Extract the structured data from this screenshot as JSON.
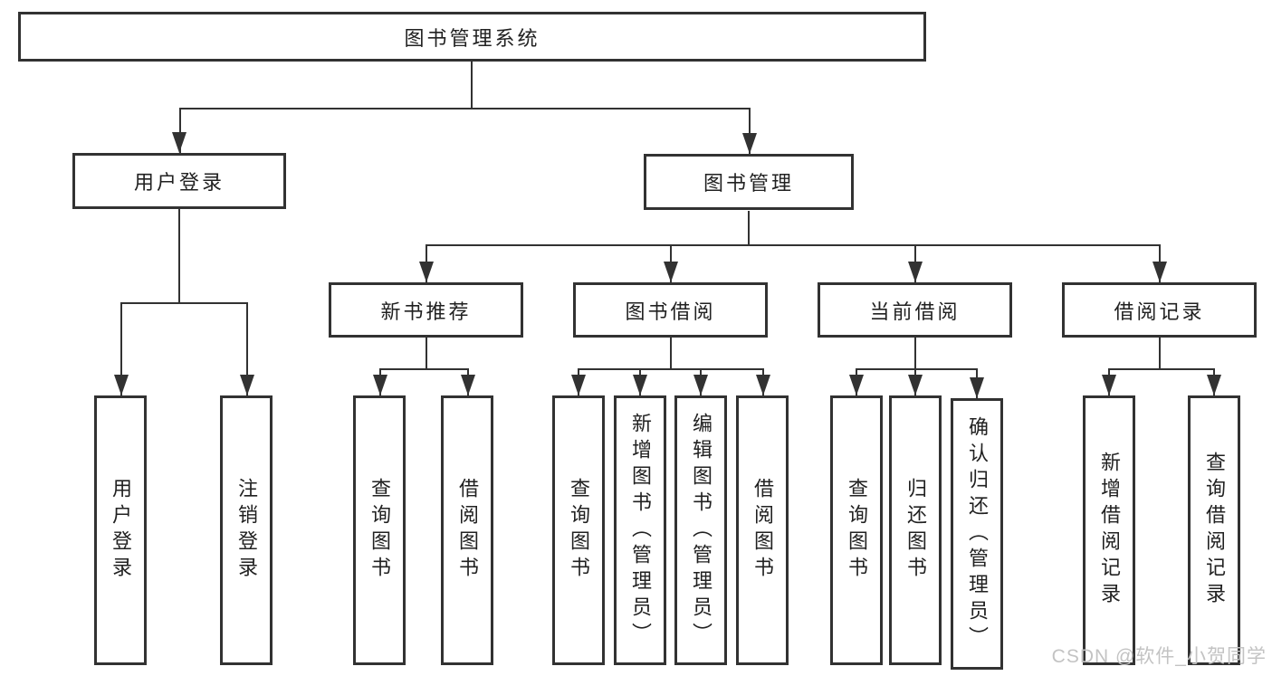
{
  "diagram": {
    "root": {
      "label": "图书管理系统"
    },
    "level2": [
      {
        "label": "用户登录"
      },
      {
        "label": "图书管理"
      }
    ],
    "level3": [
      {
        "label": "新书推荐"
      },
      {
        "label": "图书借阅"
      },
      {
        "label": "当前借阅"
      },
      {
        "label": "借阅记录"
      }
    ],
    "leaves": {
      "user_login": [
        "用户登录",
        "注销登录"
      ],
      "new_books": [
        "查询图书",
        "借阅图书"
      ],
      "book_borrowing": [
        "查询图书",
        "新增图书（管理员）",
        "编辑图书（管理员）",
        "借阅图书"
      ],
      "current_borrowing": [
        "查询图书",
        "归还图书",
        "确认归还（管理员）"
      ],
      "borrowing_records": [
        "新增借阅记录",
        "查询借阅记录"
      ]
    }
  },
  "watermark": {
    "text": "CSDN @软件_小贺同学"
  },
  "colors": {
    "line": "#323232",
    "text": "#212121",
    "background": "#ffffff",
    "watermark": "#c3c3c3"
  }
}
